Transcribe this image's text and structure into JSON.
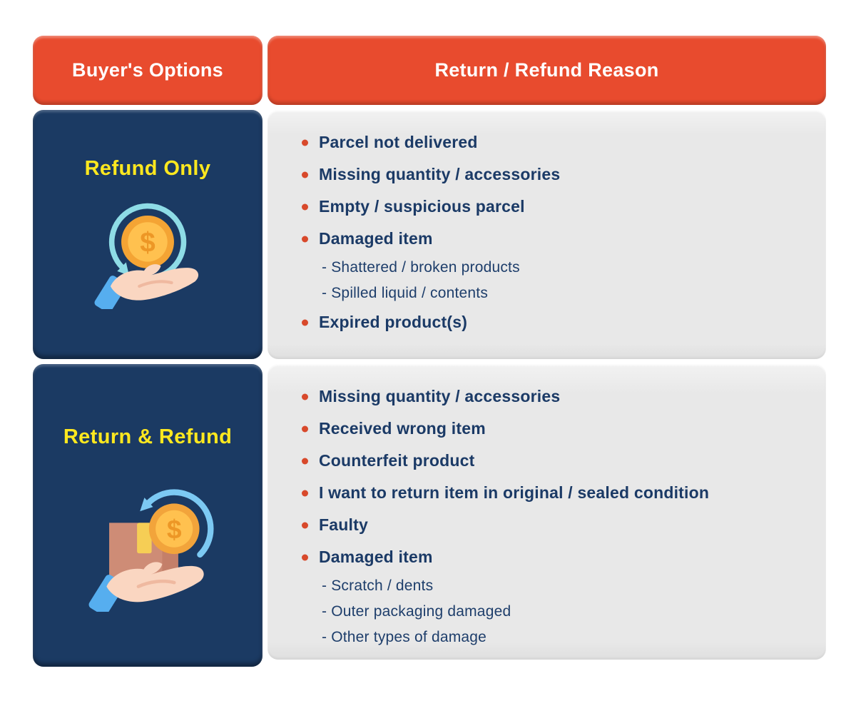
{
  "table": {
    "headers": [
      {
        "label": "Buyer's Options"
      },
      {
        "label": "Return / Refund Reason"
      }
    ],
    "rows": [
      {
        "option": "Refund Only",
        "icon": "refund-hand-coin-icon",
        "reasons": [
          {
            "level": 1,
            "text": "Parcel not delivered"
          },
          {
            "level": 1,
            "text": "Missing quantity / accessories"
          },
          {
            "level": 1,
            "text": "Empty / suspicious parcel"
          },
          {
            "level": 1,
            "text": "Damaged item"
          },
          {
            "level": 2,
            "text": "- Shattered / broken products"
          },
          {
            "level": 2,
            "text": "- Spilled liquid / contents"
          },
          {
            "level": 1,
            "text": "Expired product(s)"
          }
        ]
      },
      {
        "option": "Return & Refund",
        "icon": "return-hand-box-icon",
        "reasons": [
          {
            "level": 1,
            "text": "Missing quantity / accessories"
          },
          {
            "level": 1,
            "text": "Received wrong item"
          },
          {
            "level": 1,
            "text": "Counterfeit product"
          },
          {
            "level": 1,
            "text": "I want to return item in original / sealed condition"
          },
          {
            "level": 1,
            "text": "Faulty"
          },
          {
            "level": 1,
            "text": "Damaged item"
          },
          {
            "level": 2,
            "text": "- Scratch / dents"
          },
          {
            "level": 2,
            "text": "- Outer packaging damaged"
          },
          {
            "level": 2,
            "text": "- Other types of damage"
          }
        ]
      }
    ]
  },
  "colors": {
    "header_bg": "#E84B2E",
    "header_text": "#FFFFFF",
    "option_bg": "#1B3A63",
    "option_text": "#FFE81F",
    "reason_bg": "#E8E8E8",
    "reason_text": "#1B3A66",
    "bullet_dot": "#D8492B",
    "coin_ring": "#F4A434",
    "coin_face": "#FFC14F",
    "arrow_teal": "#8EDCE6",
    "arrow_blue": "#7CC9F3",
    "hand_skin": "#FAD6C1",
    "cuff_blue": "#56AEEF",
    "box_brown": "#CE8C76",
    "tape_yellow": "#F6CE55"
  }
}
